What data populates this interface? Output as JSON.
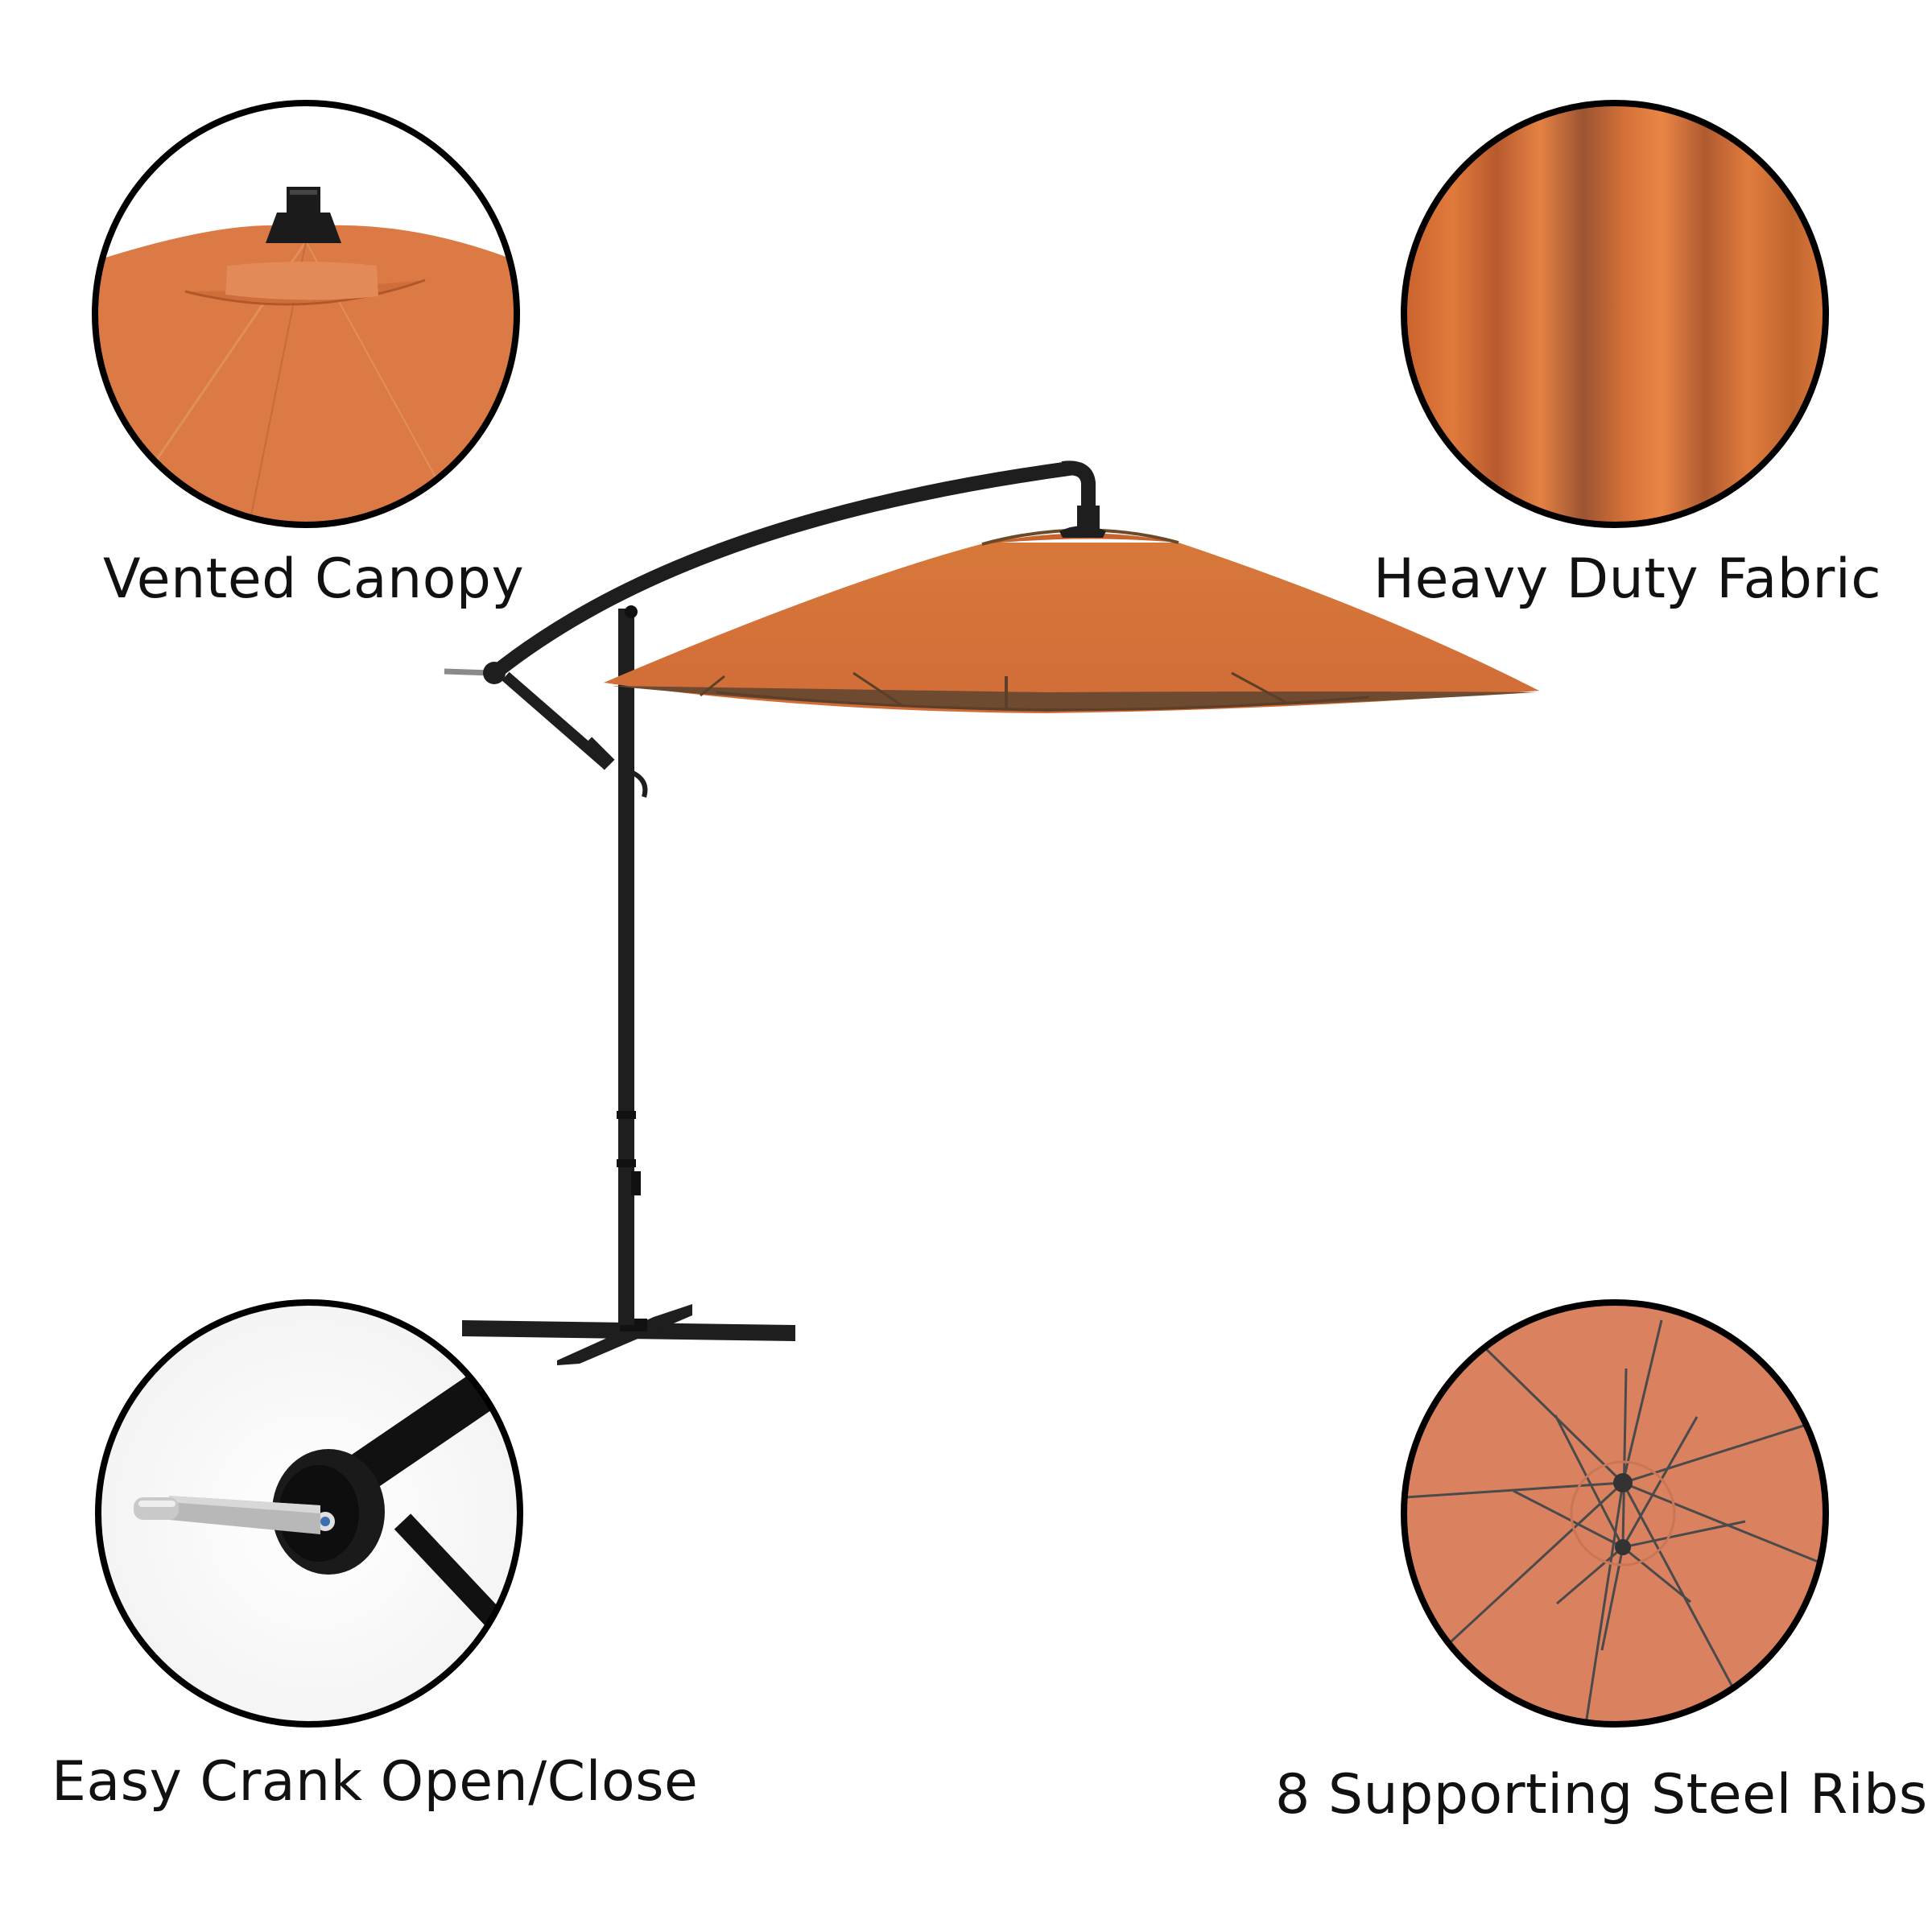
{
  "features": {
    "vented_canopy": {
      "label": "Vented Canopy"
    },
    "heavy_duty_fabric": {
      "label": "Heavy Duty Fabric"
    },
    "easy_crank": {
      "label": "Easy Crank Open/Close"
    },
    "steel_ribs": {
      "label": "8 Supporting Steel Ribs"
    }
  },
  "colors": {
    "canopy": "#d9743f",
    "canopy_light": "#e28a58",
    "frame": "#1e1e1e",
    "circle_border": "#000000",
    "background": "#ffffff"
  }
}
